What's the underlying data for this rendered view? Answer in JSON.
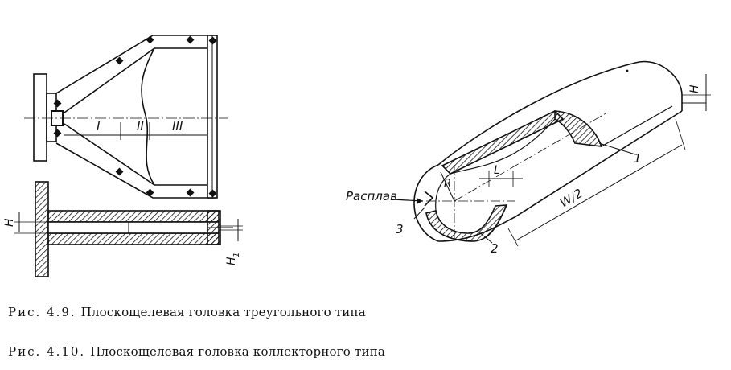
{
  "figure_a": {
    "zone_labels": [
      "I",
      "II",
      "III"
    ],
    "dim_H": "H",
    "dim_H1": "H",
    "dim_H1_sub": "1"
  },
  "figure_b": {
    "melt_label": "Расплав",
    "label_R": "R",
    "label_L": "L",
    "label_W2": "W/2",
    "label_H": "H",
    "callouts": [
      "1",
      "2",
      "3"
    ]
  },
  "captions": [
    {
      "number": "Рис. 4.9.",
      "text": "Плоскощелевая головка треугольного типа"
    },
    {
      "number": "Рис. 4.10.",
      "text": "Плоскощелевая головка коллекторного типа"
    }
  ]
}
